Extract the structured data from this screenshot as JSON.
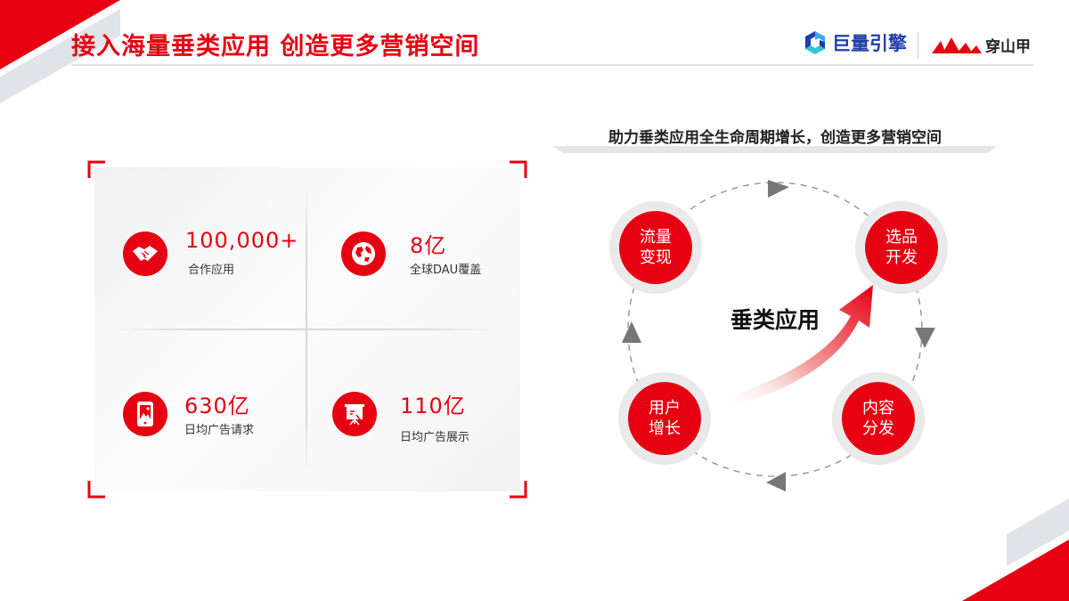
{
  "header": {
    "title": "接入海量垂类应用 创造更多营销空间",
    "logo_primary": "巨量引擎",
    "logo_secondary": "穿山甲"
  },
  "stats": [
    {
      "value": "100,000+",
      "label": "合作应用",
      "icon": "handshake-icon"
    },
    {
      "value": "8亿",
      "label": "全球DAU覆盖",
      "icon": "globe-icon"
    },
    {
      "value": "630亿",
      "label": "日均广告请求",
      "icon": "phone-image-icon"
    },
    {
      "value": "110亿",
      "label": "日均广告展示",
      "icon": "presentation-board-icon"
    }
  ],
  "cycle": {
    "subtitle": "助力垂类应用全生命周期增长，创造更多营销空间",
    "center": "垂类应用",
    "nodes": [
      {
        "line1": "流量",
        "line2": "变现"
      },
      {
        "line1": "选品",
        "line2": "开发"
      },
      {
        "line1": "用户",
        "line2": "增长"
      },
      {
        "line1": "内容",
        "line2": "分发"
      }
    ]
  },
  "colors": {
    "accent": "#e60012",
    "brand_blue": "#1f3fa8",
    "gray": "#d9dde3"
  }
}
